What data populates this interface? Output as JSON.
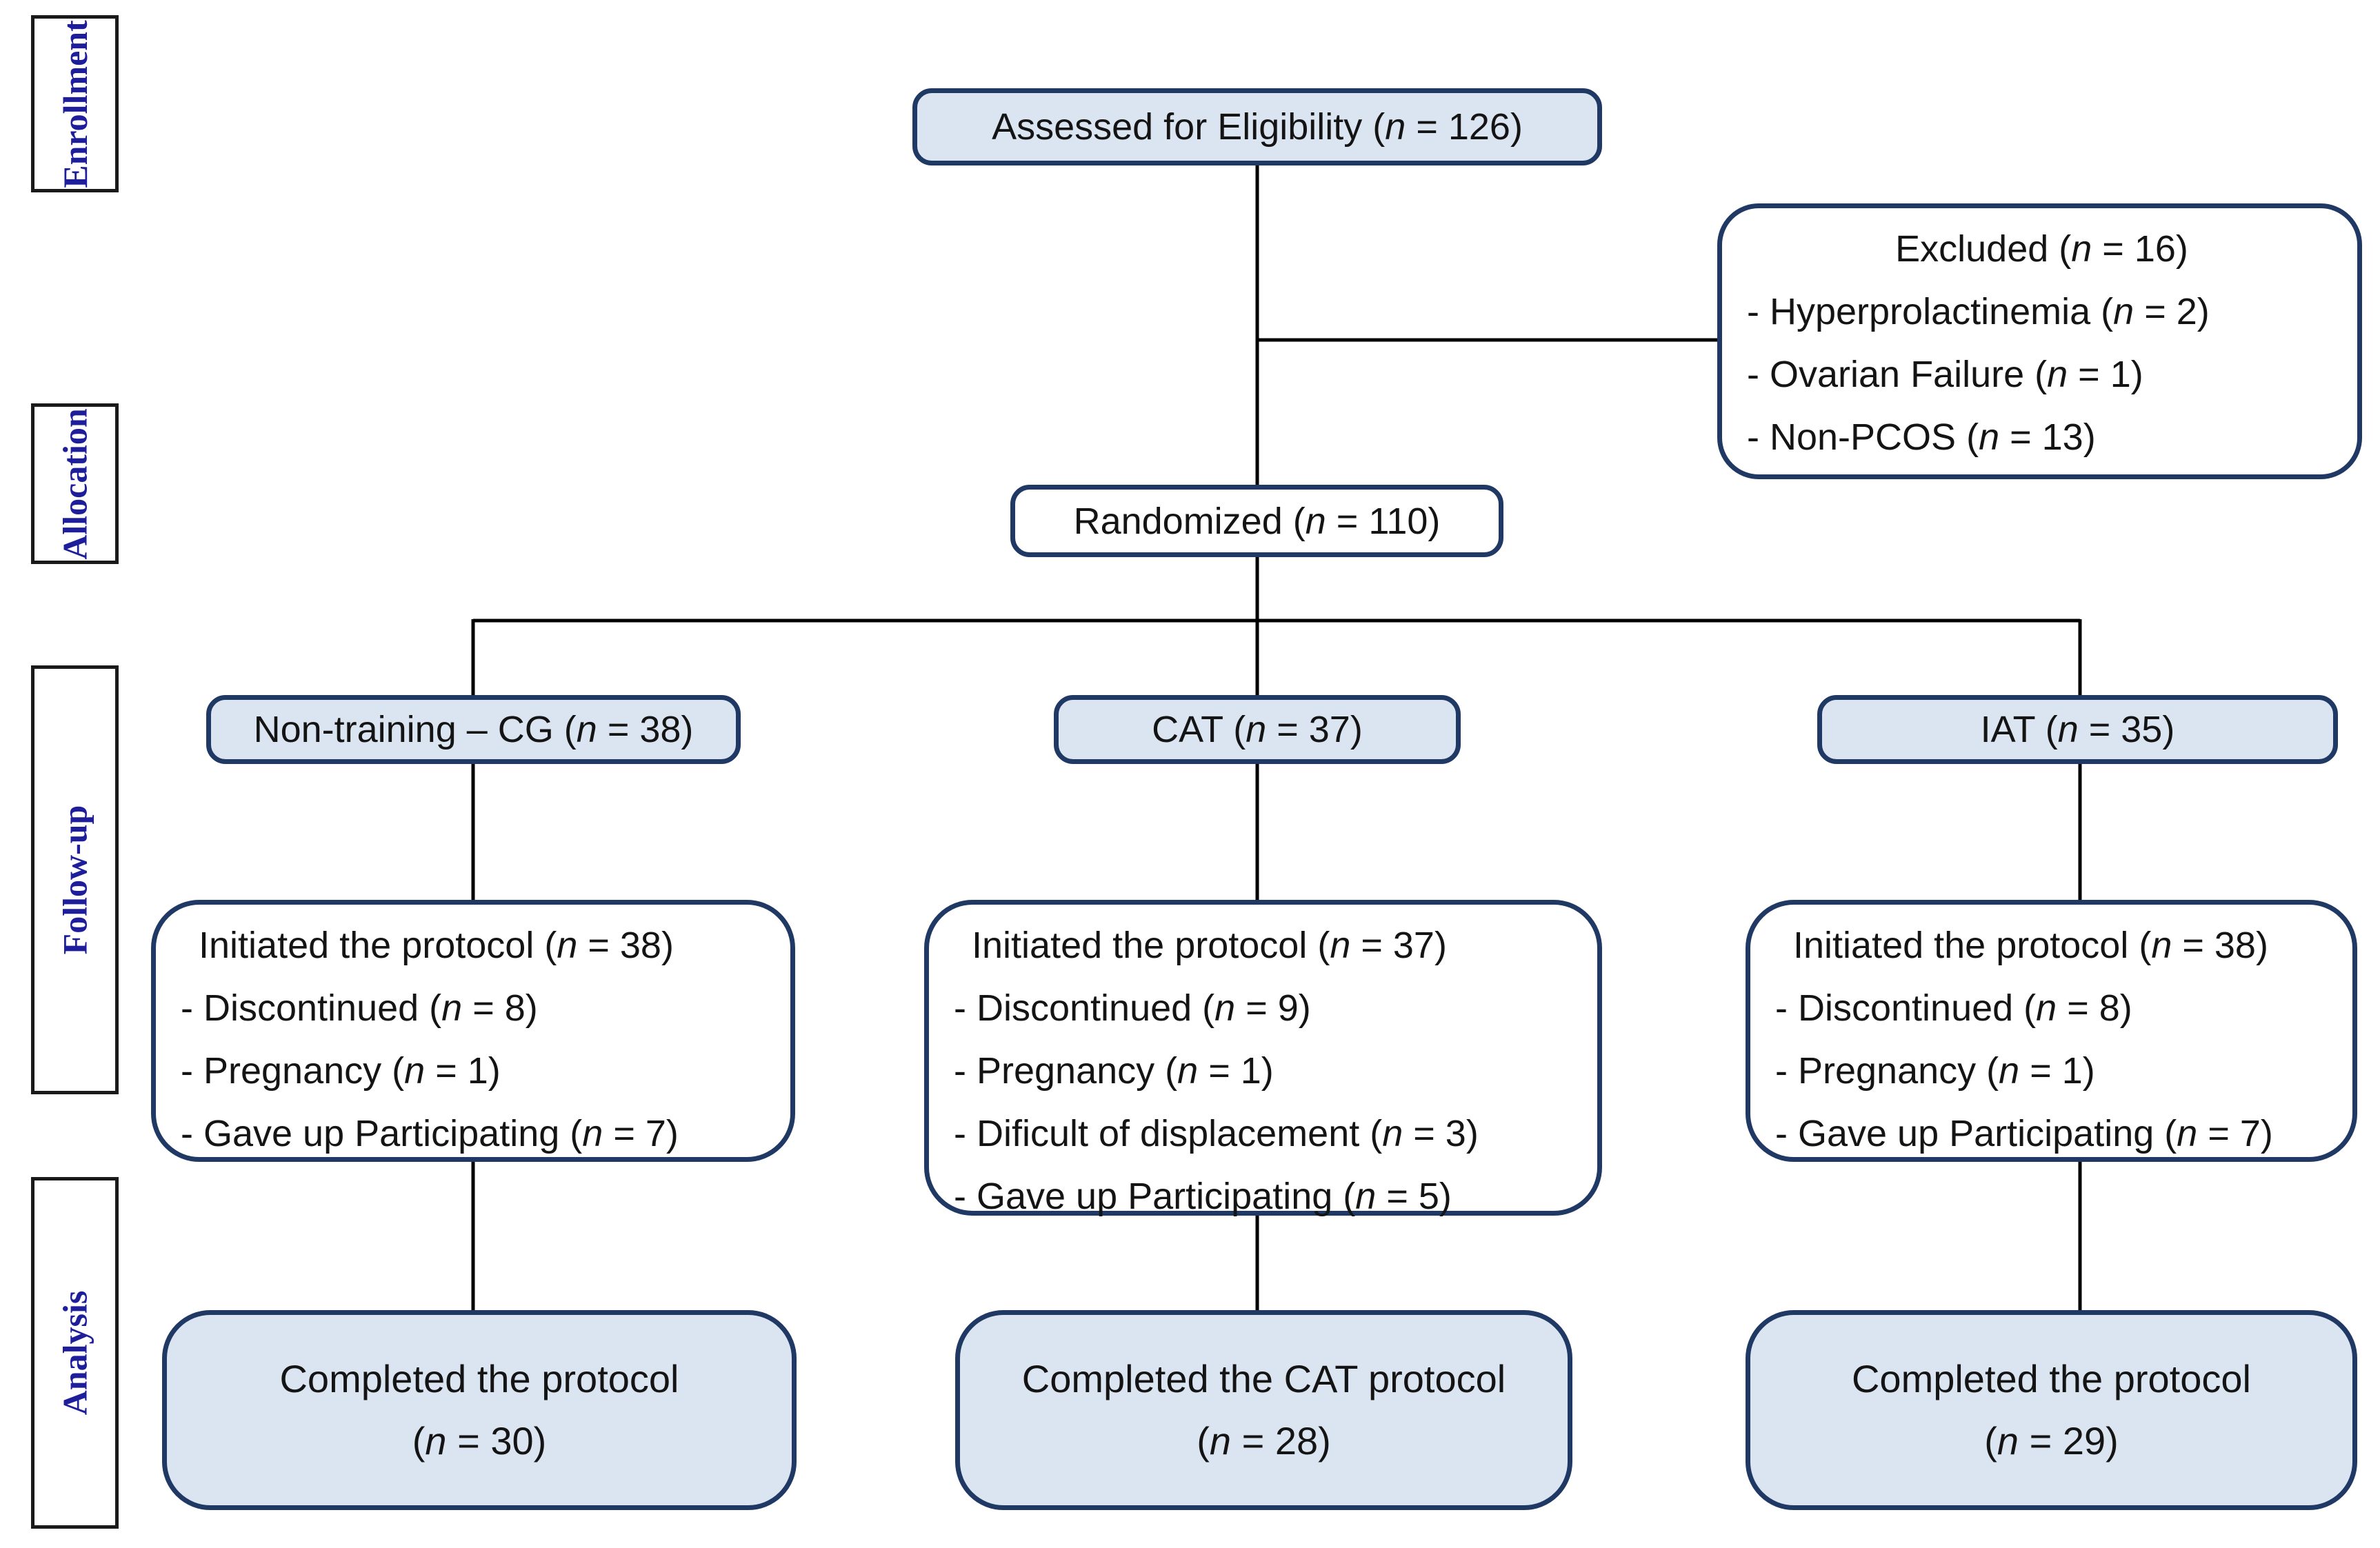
{
  "diagram": {
    "stages": [
      {
        "label": "Enrollment"
      },
      {
        "label": "Allocation"
      },
      {
        "label": "Follow-up"
      },
      {
        "label": "Analysis"
      }
    ],
    "enrollment": {
      "assessed": "Assessed for Eligibility (n = 126)",
      "excluded_title": "Excluded (n = 16)",
      "excluded_items": [
        "- Hyperprolactinemia (n = 2)",
        "- Ovarian Failure (n = 1)",
        "- Non-PCOS (n = 13)"
      ]
    },
    "allocation": {
      "randomized": "Randomized (n = 110)",
      "groups": [
        "Non-training – CG (n = 38)",
        "CAT (n = 37)",
        "IAT (n = 35)"
      ]
    },
    "followup": {
      "cg": {
        "title": "Initiated the protocol (n = 38)",
        "items": [
          "- Discontinued (n = 8)",
          "- Pregnancy (n = 1)",
          "- Gave up Participating (n = 7)"
        ]
      },
      "cat": {
        "title": "Initiated the protocol (n = 37)",
        "items": [
          "- Discontinued (n = 9)",
          "- Pregnancy (n = 1)",
          "- Dificult of displacement (n = 3)",
          "- Gave up Participating (n = 5)"
        ]
      },
      "iat": {
        "title": "Initiated the protocol (n = 38)",
        "items": [
          "- Discontinued (n = 8)",
          "- Pregnancy (n = 1)",
          "- Gave up Participating (n = 7)"
        ]
      }
    },
    "analysis": {
      "cg": [
        "Completed the protocol",
        "(n = 30)"
      ],
      "cat": [
        "Completed the CAT protocol",
        "(n = 28)"
      ],
      "iat": [
        "Completed the protocol",
        "(n = 29)"
      ]
    }
  },
  "colors": {
    "box_fill": "#dbe5f1",
    "box_border": "#1f3864",
    "stage_text": "#1e1e9a",
    "line": "#000000"
  }
}
